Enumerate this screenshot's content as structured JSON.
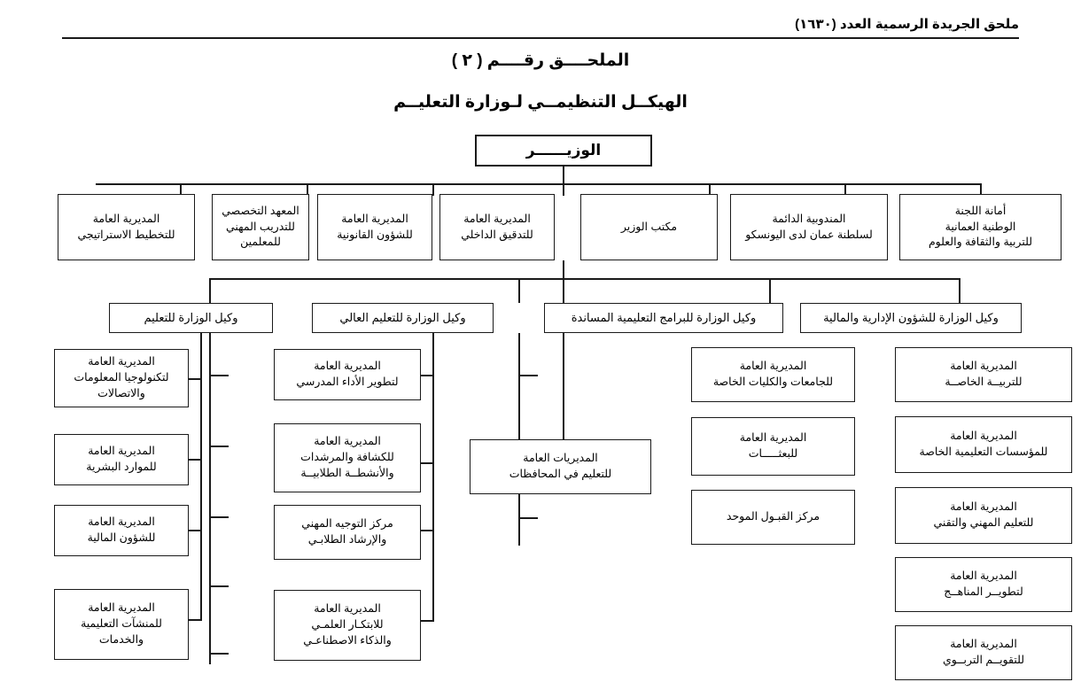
{
  "page": {
    "header_text": "ملحق الجريدة الرسمية العدد (١٦٣٠)",
    "title_1": "الملحــــق رقــــم ( ٢ )",
    "title_2": "الهيكــل التنظيمــي لـوزارة التعليــم"
  },
  "root": {
    "label": "الوزيــــــر"
  },
  "staff_units": [
    {
      "label": "أمانة اللجنة\nالوطنية العمانية\nللتربية والثقافة والعلوم"
    },
    {
      "label": "المندوبية الدائمة\nلسلطنة عمان لدى اليونسكو"
    },
    {
      "label": "مكتب الوزير"
    },
    {
      "label": "المديرية العامة\nللتدقيق الداخلي"
    },
    {
      "label": "المديرية العامة\nللشؤون القانونية"
    },
    {
      "label": "المعهد التخصصي\nللتدريب المهني\nللمعلمين"
    },
    {
      "label": "المديرية العامة\nللتخطيط الاستراتيجي"
    }
  ],
  "undersecretaries": [
    {
      "label": "وكيل الوزارة للتعليم",
      "children": [
        {
          "label": "المديرية العامة\nللتربيــة الخاصــة"
        },
        {
          "label": "المديرية العامة\nللمؤسسات التعليمية الخاصة"
        },
        {
          "label": "المديرية العامة\nللتعليم المهني والتقني"
        },
        {
          "label": "المديرية العامة\nلتطويــر المناهــج"
        },
        {
          "label": "المديرية العامة\nللتقويــم التربــوي"
        }
      ]
    },
    {
      "label": "وكيل الوزارة للتعليم العالي",
      "children": [
        {
          "label": "المديرية العامة\nللجامعات والكليات الخاصة"
        },
        {
          "label": "المديرية العامة\nللبعثـــــات"
        },
        {
          "label": "مركز القبـول الموحد"
        }
      ]
    },
    {
      "label": "وكيل الوزارة للبرامج التعليمية المساندة",
      "children": [
        {
          "label": "المديرية العامة\nلتطوير الأداء المدرسي"
        },
        {
          "label": "المديرية العامة\nللكشافة والمرشدات\nوالأنشطــة الطلابيــة"
        },
        {
          "label": "مركز التوجيه المهني\nوالإرشاد الطلابـي"
        },
        {
          "label": "المديرية العامة\nللابتكـار العلمـي\nوالذكاء الاصطناعـي"
        }
      ]
    },
    {
      "label": "وكيل الوزارة للشؤون الإدارية والمالية",
      "children": [
        {
          "label": "المديرية العامة\nلتكنولوجيا المعلومات\nوالاتصالات"
        },
        {
          "label": "المديرية العامة\nللموارد البشرية"
        },
        {
          "label": "المديرية العامة\nللشؤون المالية"
        },
        {
          "label": "المديرية العامة\nللمنشآت التعليمية\nوالخدمات"
        }
      ]
    }
  ],
  "central_unit": {
    "label": "المديريات العامة\nللتعليم في المحافظات"
  }
}
